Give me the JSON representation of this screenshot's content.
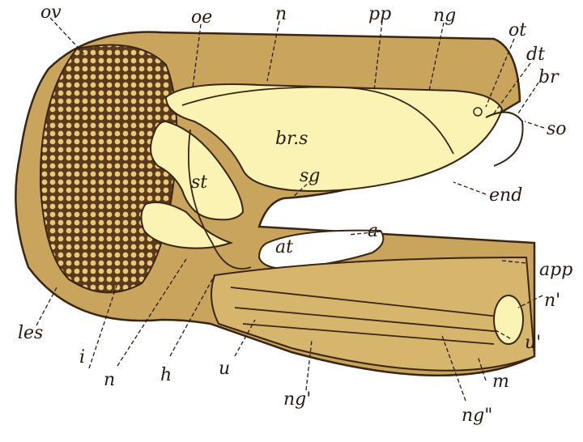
{
  "figure": {
    "colors": {
      "tissue": "#c9a45c",
      "tissue_dark": "#a07a3a",
      "cavity": "#fbf3b4",
      "outline": "#3a2510",
      "ink": "#2a1a0e",
      "ovary_cells": "#e8c878"
    },
    "labels": {
      "ov": "ov",
      "oe": "oe",
      "n_top": "n",
      "pp": "pp",
      "ng_top": "ng",
      "ot": "ot",
      "dt": "dt",
      "br": "br",
      "so": "so",
      "brs": "br.s",
      "st": "st",
      "sg": "sg",
      "end": "end",
      "a": "a",
      "at": "at",
      "app": "app",
      "n_prime": "n'",
      "u_prime": "u'",
      "m": "m",
      "ng_double": "ng\"",
      "ng_prime": "ng'",
      "u": "u",
      "h": "h",
      "n_bottom": "n",
      "i": "i",
      "les": "les"
    }
  }
}
